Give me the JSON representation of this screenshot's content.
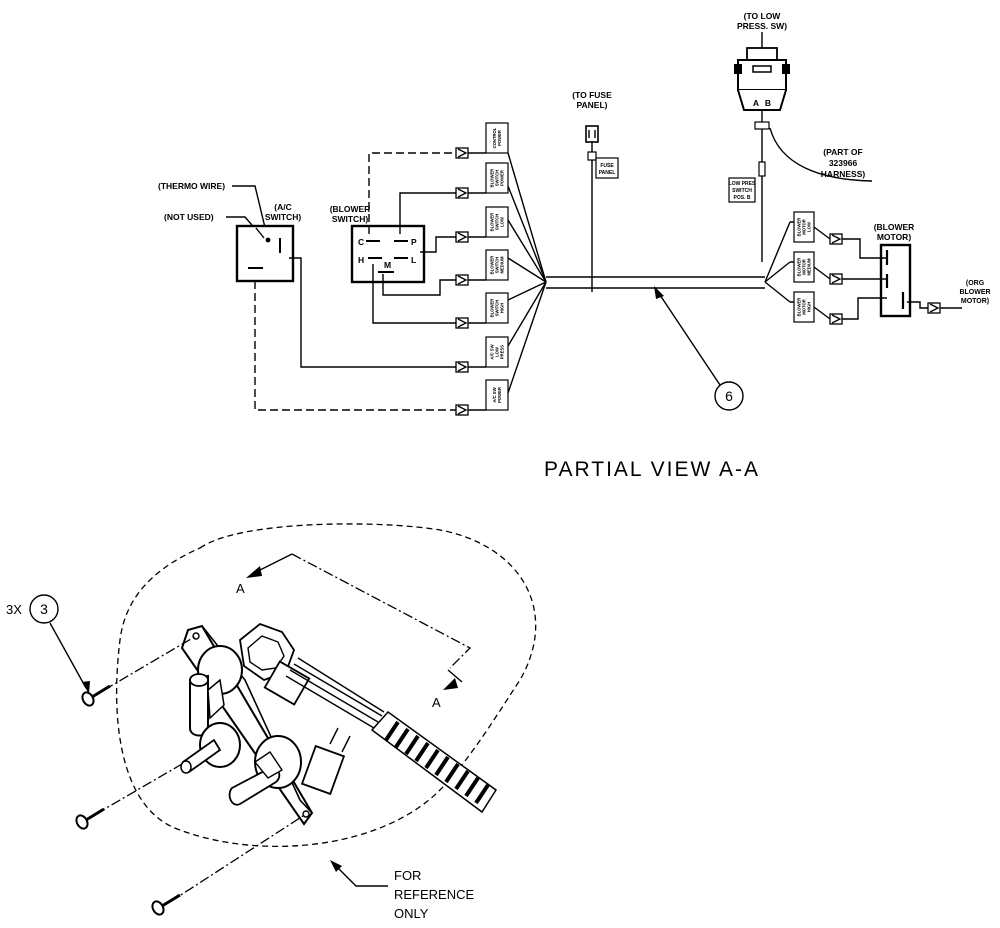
{
  "labels": {
    "to_low_press_sw_1": "(TO LOW",
    "to_low_press_sw_2": "PRESS. SW)",
    "to_fuse_panel_1": "(TO FUSE",
    "to_fuse_panel_2": "PANEL)",
    "fuse_panel_tag_1": "FUSE",
    "fuse_panel_tag_2": "PANEL",
    "connector_a": "A",
    "connector_b": "B",
    "part_of_1": "(PART OF",
    "part_of_2": "323966",
    "part_of_3": "HARNESS)",
    "low_press_tag_1": "LOW PRES",
    "low_press_tag_2": "SWITCH",
    "low_press_tag_3": "POS. B",
    "thermo_wire": "(THERMO WIRE)",
    "not_used": "(NOT USED)",
    "ac_switch_1": "(A/C",
    "ac_switch_2": "SWITCH)",
    "blower_switch_1": "(BLOWER",
    "blower_switch_2": "SWITCH)",
    "blower_motor_1": "(BLOWER",
    "blower_motor_2": "MOTOR)",
    "org_blower_1": "(ORG",
    "org_blower_2": "BLOWER",
    "org_blower_3": "MOTOR)",
    "term_c": "C",
    "term_p": "P",
    "term_h": "H",
    "term_l": "L",
    "term_m": "M",
    "item_6": "6",
    "partial_view": "PARTIAL VIEW A-A",
    "item_3": "3",
    "qty_3x": "3X",
    "section_a_top": "A",
    "section_a_bottom": "A",
    "for_reference_1": "FOR",
    "for_reference_2": "REFERENCE",
    "for_reference_3": "ONLY"
  },
  "left_tags": [
    [
      "CONTROL",
      "POWER"
    ],
    [
      "BLOWER",
      "SWITCH",
      "POWER"
    ],
    [
      "BLOWER",
      "SWITCH",
      "LOW"
    ],
    [
      "BLOWER",
      "SWITCH",
      "MEDIUM"
    ],
    [
      "BLOWER",
      "SWITCH",
      "HIGH"
    ],
    [
      "A/C SW",
      "LOW",
      "PRESS"
    ],
    [
      "A/C SW",
      "POWER"
    ]
  ],
  "right_tags": [
    [
      "BLOWER",
      "MOTOR",
      "LOW"
    ],
    [
      "BLOWER",
      "MOTOR",
      "MEDIUM"
    ],
    [
      "BLOWER",
      "MOTOR",
      "HIGH"
    ]
  ]
}
